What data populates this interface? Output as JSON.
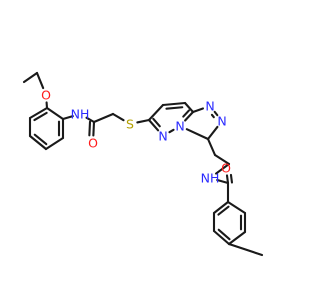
{
  "atoms": [
    {
      "id": "ethyl-ch3",
      "element": "C",
      "label": ""
    },
    {
      "id": "ethyl-ch2",
      "element": "C",
      "label": ""
    },
    {
      "id": "ether-o",
      "element": "O",
      "label": "O"
    },
    {
      "id": "ph1-c1",
      "element": "C",
      "label": ""
    },
    {
      "id": "ph1-c2",
      "element": "C",
      "label": ""
    },
    {
      "id": "ph1-c3",
      "element": "C",
      "label": ""
    },
    {
      "id": "ph1-c4",
      "element": "C",
      "label": ""
    },
    {
      "id": "ph1-c5",
      "element": "C",
      "label": ""
    },
    {
      "id": "ph1-c6",
      "element": "C",
      "label": ""
    },
    {
      "id": "anilide-n",
      "element": "N",
      "label": "NH"
    },
    {
      "id": "amide1-c",
      "element": "C",
      "label": ""
    },
    {
      "id": "amide1-o",
      "element": "O",
      "label": "O"
    },
    {
      "id": "methylene-c",
      "element": "C",
      "label": ""
    },
    {
      "id": "thioether-s",
      "element": "S",
      "label": "S"
    },
    {
      "id": "pyd-c6",
      "element": "C",
      "label": ""
    },
    {
      "id": "pyd-c5",
      "element": "C",
      "label": ""
    },
    {
      "id": "pyd-c4",
      "element": "C",
      "label": ""
    },
    {
      "id": "fused-c8a",
      "element": "C",
      "label": ""
    },
    {
      "id": "bridge-n4",
      "element": "N",
      "label": "N"
    },
    {
      "id": "pyd-n5",
      "element": "N",
      "label": "N"
    },
    {
      "id": "triazole-n1",
      "element": "N",
      "label": "N"
    },
    {
      "id": "triazole-n2",
      "element": "N",
      "label": "N"
    },
    {
      "id": "triazole-c3",
      "element": "C",
      "label": ""
    },
    {
      "id": "chain-c1",
      "element": "C",
      "label": ""
    },
    {
      "id": "chain-c2",
      "element": "C",
      "label": ""
    },
    {
      "id": "amide2-n",
      "element": "N",
      "label": "NH"
    },
    {
      "id": "amide2-c",
      "element": "C",
      "label": ""
    },
    {
      "id": "amide2-o",
      "element": "O",
      "label": "O"
    },
    {
      "id": "ph2-c1",
      "element": "C",
      "label": ""
    },
    {
      "id": "ph2-c2",
      "element": "C",
      "label": ""
    },
    {
      "id": "ph2-c3",
      "element": "C",
      "label": ""
    },
    {
      "id": "ph2-c4",
      "element": "C",
      "label": ""
    },
    {
      "id": "ph2-c5",
      "element": "C",
      "label": ""
    },
    {
      "id": "ph2-c6",
      "element": "C",
      "label": ""
    },
    {
      "id": "aryl-ch3",
      "element": "C",
      "label": ""
    }
  ],
  "bonds": [
    {
      "from": "ethyl-ch3",
      "to": "ethyl-ch2",
      "order": 1
    },
    {
      "from": "ethyl-ch2",
      "to": "ether-o",
      "order": 1
    },
    {
      "from": "ether-o",
      "to": "ph1-c1",
      "order": 1
    },
    {
      "from": "ph1-c1",
      "to": "ph1-c2",
      "order": 2
    },
    {
      "from": "ph1-c2",
      "to": "ph1-c3",
      "order": 1
    },
    {
      "from": "ph1-c3",
      "to": "ph1-c4",
      "order": 2
    },
    {
      "from": "ph1-c4",
      "to": "ph1-c5",
      "order": 1
    },
    {
      "from": "ph1-c5",
      "to": "ph1-c6",
      "order": 2
    },
    {
      "from": "ph1-c6",
      "to": "ph1-c1",
      "order": 1
    },
    {
      "from": "ph1-c6",
      "to": "anilide-n",
      "order": 1
    },
    {
      "from": "anilide-n",
      "to": "amide1-c",
      "order": 1
    },
    {
      "from": "amide1-c",
      "to": "amide1-o",
      "order": 2
    },
    {
      "from": "amide1-c",
      "to": "methylene-c",
      "order": 1
    },
    {
      "from": "methylene-c",
      "to": "thioether-s",
      "order": 1
    },
    {
      "from": "thioether-s",
      "to": "pyd-c6",
      "order": 1
    },
    {
      "from": "pyd-c6",
      "to": "pyd-c5",
      "order": 1
    },
    {
      "from": "pyd-c5",
      "to": "pyd-c4",
      "order": 2
    },
    {
      "from": "pyd-c4",
      "to": "fused-c8a",
      "order": 1
    },
    {
      "from": "fused-c8a",
      "to": "bridge-n4",
      "order": 2
    },
    {
      "from": "bridge-n4",
      "to": "pyd-n5",
      "order": 1
    },
    {
      "from": "pyd-n5",
      "to": "pyd-c6",
      "order": 2
    },
    {
      "from": "fused-c8a",
      "to": "triazole-n1",
      "order": 1
    },
    {
      "from": "triazole-n1",
      "to": "triazole-n2",
      "order": 2
    },
    {
      "from": "triazole-n2",
      "to": "triazole-c3",
      "order": 1
    },
    {
      "from": "triazole-c3",
      "to": "bridge-n4",
      "order": 1
    },
    {
      "from": "triazole-c3",
      "to": "chain-c1",
      "order": 1
    },
    {
      "from": "chain-c1",
      "to": "chain-c2",
      "order": 1
    },
    {
      "from": "chain-c2",
      "to": "amide2-n",
      "order": 1
    },
    {
      "from": "amide2-n",
      "to": "amide2-c",
      "order": 1
    },
    {
      "from": "amide2-c",
      "to": "amide2-o",
      "order": 2
    },
    {
      "from": "amide2-c",
      "to": "ph2-c1",
      "order": 1
    },
    {
      "from": "ph2-c1",
      "to": "ph2-c2",
      "order": 2
    },
    {
      "from": "ph2-c2",
      "to": "ph2-c3",
      "order": 1
    },
    {
      "from": "ph2-c3",
      "to": "ph2-c4",
      "order": 2
    },
    {
      "from": "ph2-c4",
      "to": "ph2-c5",
      "order": 1
    },
    {
      "from": "ph2-c5",
      "to": "ph2-c6",
      "order": 2
    },
    {
      "from": "ph2-c6",
      "to": "ph2-c1",
      "order": 1
    },
    {
      "from": "ph2-c4",
      "to": "aryl-ch3",
      "order": 1
    }
  ],
  "colors": {
    "bond": "#1a1a1a",
    "C": "#1a1a1a",
    "N": "#2b2bff",
    "O": "#ff1a1a",
    "S": "#b3a000"
  }
}
